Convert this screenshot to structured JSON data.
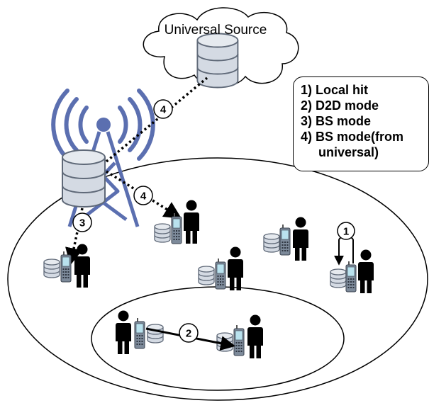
{
  "cloud": {
    "label": "Universal Source"
  },
  "legend": {
    "items": [
      {
        "text": "1) Local hit",
        "cont": ""
      },
      {
        "text": "2) D2D mode",
        "cont": ""
      },
      {
        "text": "3) BS mode",
        "cont": ""
      },
      {
        "text": "4) BS mode(from",
        "cont": "universal)"
      }
    ]
  },
  "steps": {
    "s1": "1",
    "s2": "2",
    "s3": "3",
    "s4a": "4",
    "s4b": "4"
  },
  "colors": {
    "tower": "#5b6fb0",
    "db_fill": "#d4dae3",
    "db_stroke": "#5f6978",
    "phone": "#7d8a9a",
    "screen": "#b9e2ee"
  }
}
